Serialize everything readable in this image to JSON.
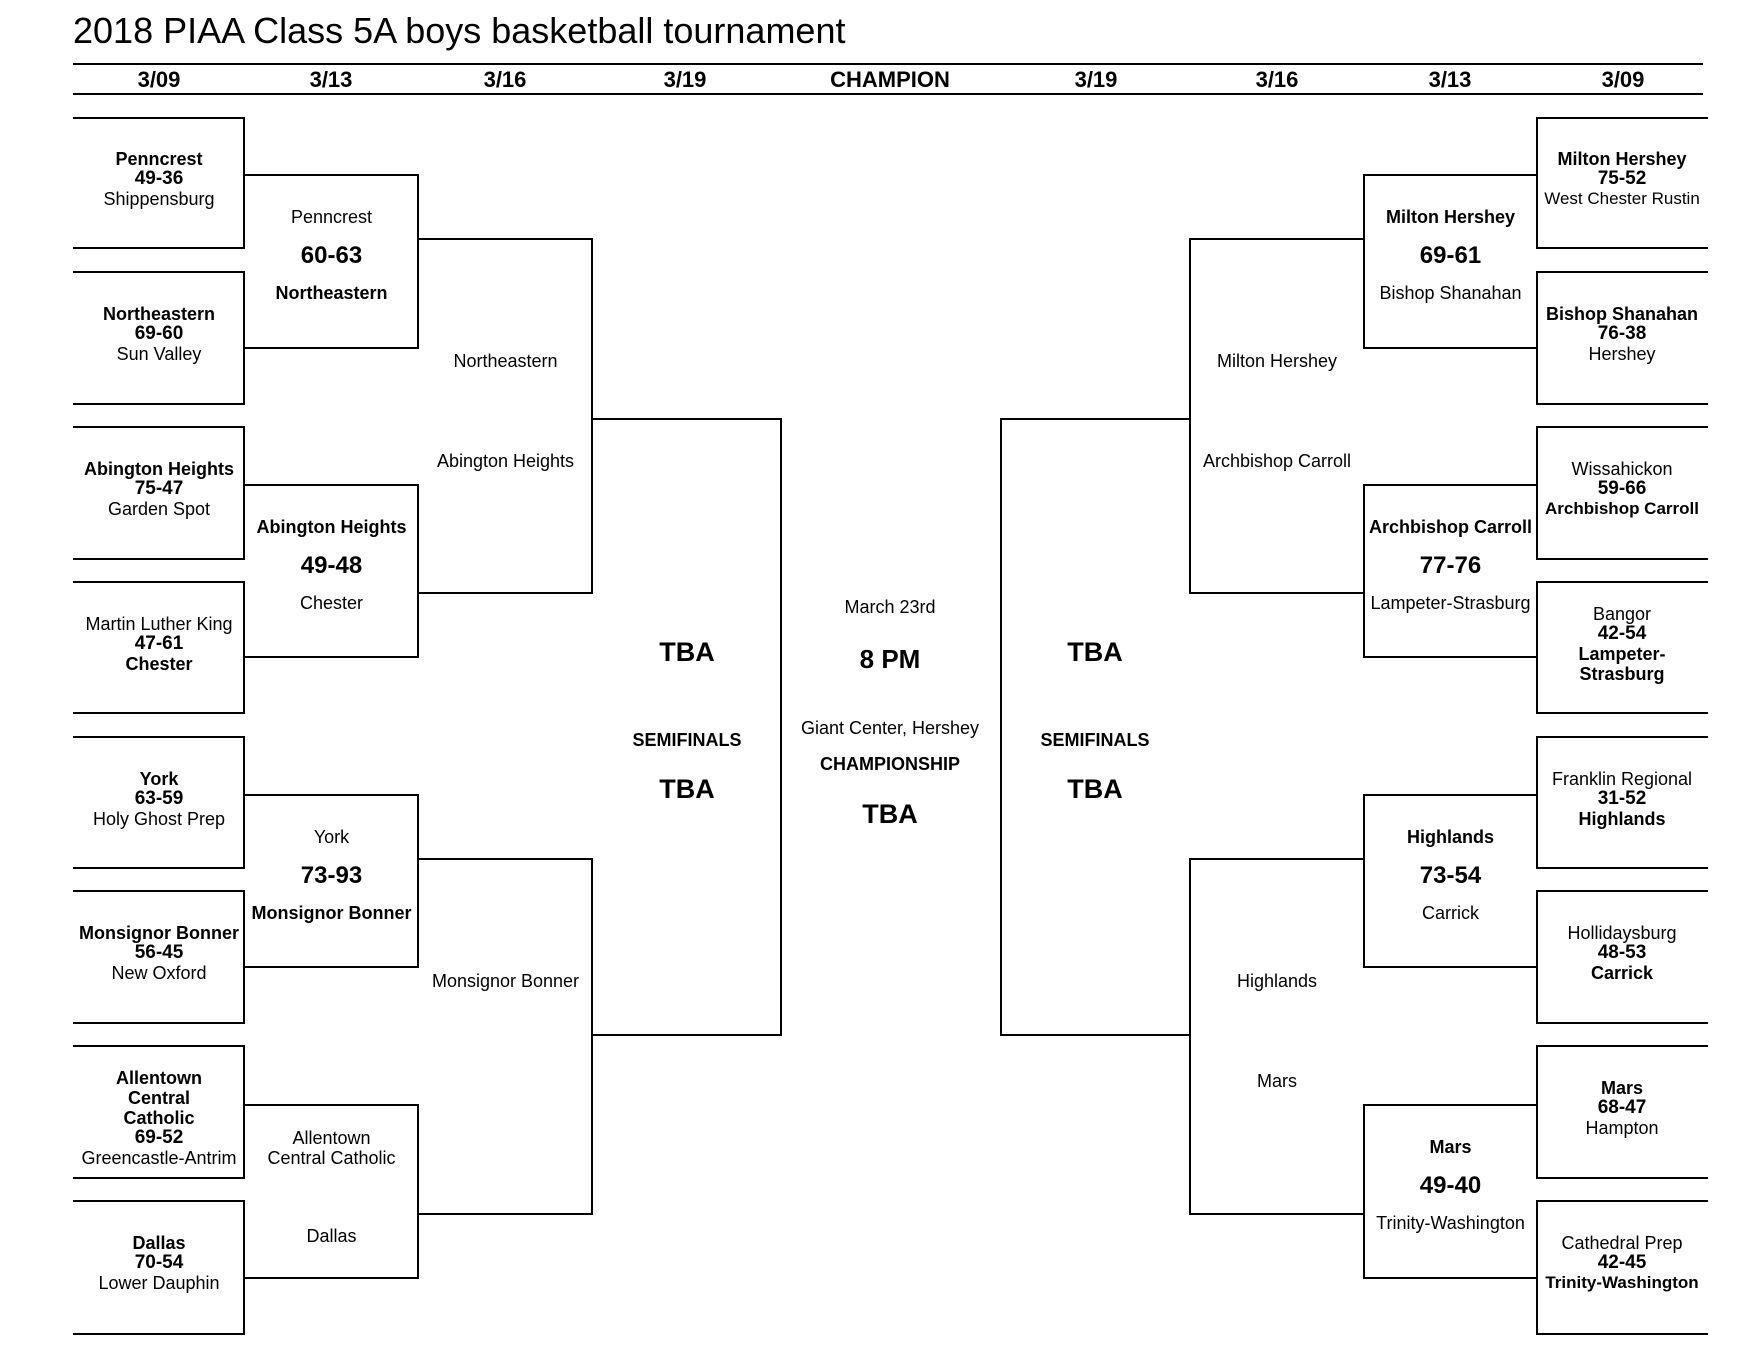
{
  "title": "2018 PIAA Class 5A boys basketball tournament",
  "headers": [
    "3/09",
    "3/13",
    "3/16",
    "3/19",
    "CHAMPION",
    "3/19",
    "3/16",
    "3/13",
    "3/09"
  ],
  "left_r1": [
    {
      "top": "Penncrest",
      "score": "49-36",
      "bottom": "Shippensburg",
      "winner": "top"
    },
    {
      "top": "Northeastern",
      "score": "69-60",
      "bottom": "Sun Valley",
      "winner": "top"
    },
    {
      "top": "Abington Heights",
      "score": "75-47",
      "bottom": "Garden Spot",
      "winner": "top"
    },
    {
      "top": "Martin Luther King",
      "score": "47-61",
      "bottom": "Chester",
      "winner": "bottom"
    },
    {
      "top": "York",
      "score": "63-59",
      "bottom": "Holy Ghost Prep",
      "winner": "top"
    },
    {
      "top": "Monsignor Bonner",
      "score": "56-45",
      "bottom": "New Oxford",
      "winner": "top"
    },
    {
      "top": "Allentown Central Catholic",
      "score": "69-52",
      "bottom": "Greencastle-Antrim",
      "winner": "top"
    },
    {
      "top": "Dallas",
      "score": "70-54",
      "bottom": "Lower Dauphin",
      "winner": "top"
    }
  ],
  "left_r2": [
    {
      "top": "Penncrest",
      "score": "60-63",
      "bottom": "Northeastern",
      "winner": "bottom"
    },
    {
      "top": "Abington Heights",
      "score": "49-48",
      "bottom": "Chester",
      "winner": "top"
    },
    {
      "top": "York",
      "score": "73-93",
      "bottom": "Monsignor Bonner",
      "winner": "bottom"
    },
    {
      "top": "Allentown Central Catholic",
      "score": "",
      "bottom": "Dallas",
      "winner": ""
    }
  ],
  "left_r3": [
    {
      "top": "Northeastern",
      "bottom": "Abington Heights"
    },
    {
      "top": "Monsignor Bonner",
      "bottom": ""
    }
  ],
  "left_semi": {
    "top": "TBA",
    "label": "SEMIFINALS",
    "bottom": "TBA"
  },
  "right_r1": [
    {
      "top": "Milton Hershey",
      "score": "75-52",
      "bottom": "West Chester Rustin",
      "winner": "top"
    },
    {
      "top": "Bishop Shanahan",
      "score": "76-38",
      "bottom": "Hershey",
      "winner": "top"
    },
    {
      "top": "Wissahickon",
      "score": "59-66",
      "bottom": "Archbishop Carroll",
      "winner": "bottom"
    },
    {
      "top": "Bangor",
      "score": "42-54",
      "bottom": "Lampeter-Strasburg",
      "winner": "bottom"
    },
    {
      "top": "Franklin Regional",
      "score": "31-52",
      "bottom": "Highlands",
      "winner": "bottom"
    },
    {
      "top": "Hollidaysburg",
      "score": "48-53",
      "bottom": "Carrick",
      "winner": "bottom"
    },
    {
      "top": "Mars",
      "score": "68-47",
      "bottom": "Hampton",
      "winner": "top"
    },
    {
      "top": "Cathedral Prep",
      "score": "42-45",
      "bottom": "Trinity-Washington",
      "winner": "bottom"
    }
  ],
  "right_r2": [
    {
      "top": "Milton Hershey",
      "score": "69-61",
      "bottom": "Bishop Shanahan",
      "winner": "top"
    },
    {
      "top": "Archbishop Carroll",
      "score": "77-76",
      "bottom": "Lampeter-Strasburg",
      "winner": "top"
    },
    {
      "top": "Highlands",
      "score": "73-54",
      "bottom": "Carrick",
      "winner": "top"
    },
    {
      "top": "Mars",
      "score": "49-40",
      "bottom": "Trinity-Washington",
      "winner": "top"
    }
  ],
  "right_r3": [
    {
      "top": "Milton Hershey",
      "bottom": "Archbishop Carroll"
    },
    {
      "top": "Highlands",
      "bottom": "Mars"
    }
  ],
  "right_semi": {
    "top": "TBA",
    "label": "SEMIFINALS",
    "bottom": "TBA"
  },
  "championship": {
    "date": "March 23rd",
    "time": "8 PM",
    "venue": "Giant Center, Hershey",
    "label": "CHAMPIONSHIP",
    "winner": "TBA"
  }
}
